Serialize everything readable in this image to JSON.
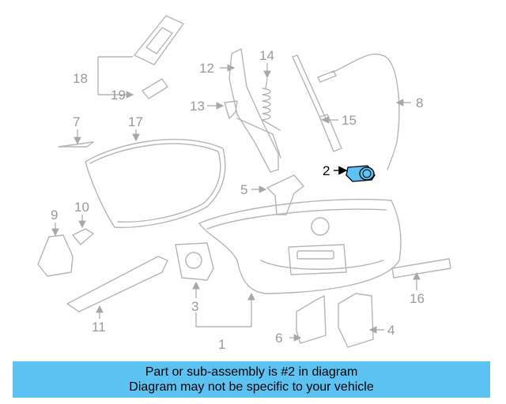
{
  "diagram": {
    "callouts": [
      "1",
      "2",
      "3",
      "4",
      "5",
      "6",
      "7",
      "8",
      "9",
      "10",
      "11",
      "12",
      "13",
      "14",
      "15",
      "16",
      "17",
      "18",
      "19"
    ],
    "highlighted_part": "2",
    "highlight_color": "#5bc2f2",
    "line_color": "#b5b5b5"
  },
  "banner": {
    "line1": "Part or sub-assembly is #2 in diagram",
    "line2": "Diagram may not be specific to your vehicle",
    "background": "#5bc2f2"
  }
}
